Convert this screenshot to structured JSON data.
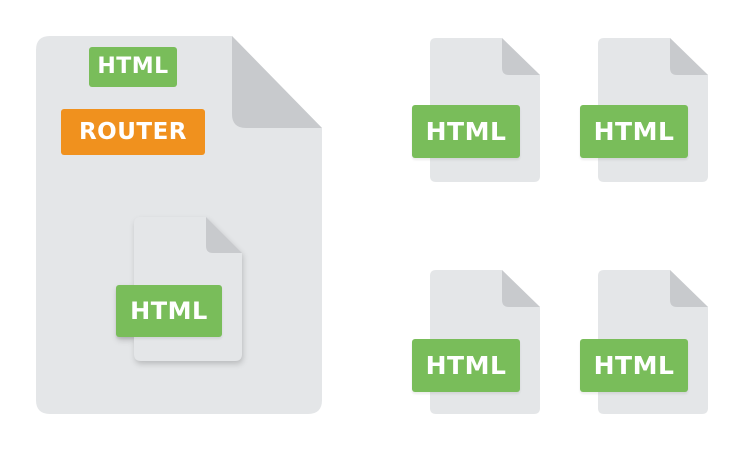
{
  "colors": {
    "page": "#e4e6e8",
    "fold": "#c8cacd",
    "html_badge": "#79bd5a",
    "router_badge": "#f0911e",
    "badge_text": "#ffffff"
  },
  "main_file": {
    "icon": "file-icon",
    "badges": {
      "html": "HTML",
      "router": "ROUTER"
    },
    "nested_file": {
      "icon": "file-icon",
      "badge": "HTML"
    }
  },
  "small_files": [
    {
      "icon": "file-icon",
      "badge": "HTML"
    },
    {
      "icon": "file-icon",
      "badge": "HTML"
    },
    {
      "icon": "file-icon",
      "badge": "HTML"
    },
    {
      "icon": "file-icon",
      "badge": "HTML"
    }
  ]
}
